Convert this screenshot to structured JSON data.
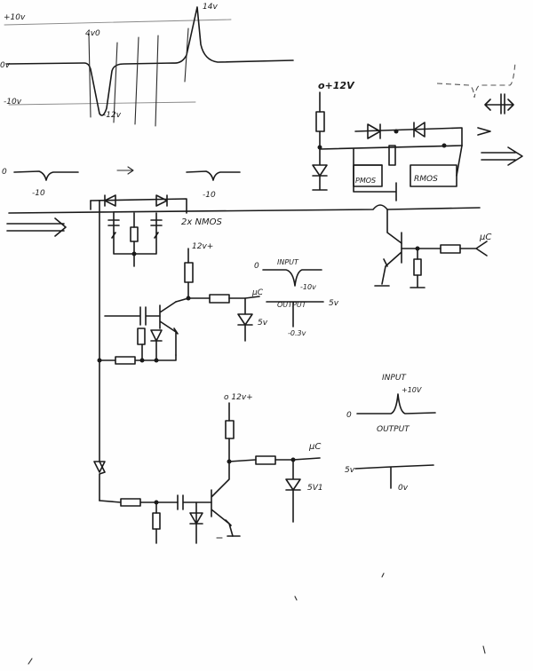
{
  "waveform_labels": {
    "plus_10v": "+10v",
    "v_4": "4v0",
    "v_14": "14v",
    "zero_v": "0v",
    "minus_10v": "-10v",
    "minus_12v": "-12v"
  },
  "signal_labels": {
    "zero_left": "0",
    "minus_10_left": "-10",
    "minus_10_right": "-10",
    "nmos_pair": "2x NMOS"
  },
  "supply_labels": {
    "top_rail": "o+12V",
    "mid_rail": "12v+",
    "bottom_rail": "o 12v+"
  },
  "component_labels": {
    "pmos": "PMOS",
    "nmos": "RMOS",
    "uc_top": "µC",
    "uc_right": "µC",
    "uc_bottom": "µC",
    "zener_mid": "5v",
    "zener_bottom": "5V1"
  },
  "annotation_top": {
    "zero": "0",
    "input": "INPUT",
    "input_value": "-10v",
    "output": "OUTPUT",
    "output_value": "5v",
    "output_low": "-0.3v"
  },
  "annotation_bottom": {
    "input": "INPUT",
    "input_value": "+10V",
    "zero": "0",
    "output": "OUTPUT",
    "output_high": "5v",
    "output_low": "0v"
  }
}
